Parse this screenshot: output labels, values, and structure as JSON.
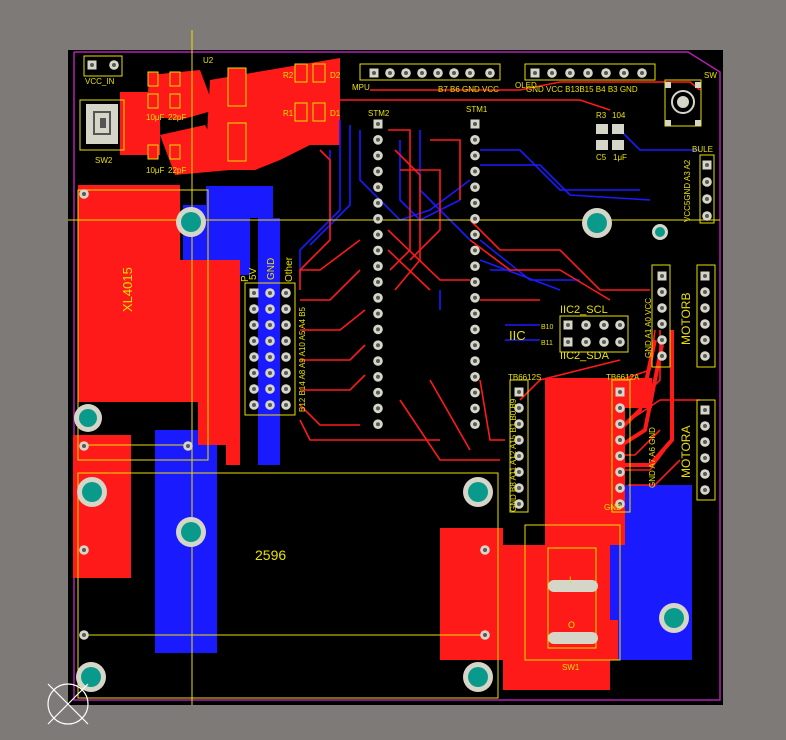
{
  "colors": {
    "background": "#7d7a78",
    "board": "#000000",
    "top_copper": "#ff1a1a",
    "bottom_copper": "#1a1aff",
    "silkscreen": "#e8e000",
    "pad": "#d6d6c8",
    "via": "#0a9a8c",
    "outline": "#b020b0",
    "overlay_text": "#ffffff"
  },
  "labels": {
    "vcc_in": "VCC_IN",
    "u2": "U2",
    "sw2": "SW2",
    "cap_10uf_top": "10μF",
    "cap_22pf_top": "22pF",
    "cap_10uf_bottom": "10μF",
    "cap_22pf_bottom": "22pF",
    "r2": "R2",
    "r1": "R1",
    "d2": "D2",
    "d1": "D1",
    "mpu": "MPU",
    "mpu_pins": "B7 B6 GND VCC",
    "oled": "OLED",
    "oled_pins": "GND VCC B13B15 B4 B3 GND",
    "sw": "SW",
    "stm2": "STM2",
    "stm1": "STM1",
    "r3": "R3",
    "r3_value": "104",
    "c5": "C5",
    "c5_value": "1μF",
    "bule": "BULE",
    "bule_pins": "VCC5GND A3 A2",
    "xl4015": "XL4015",
    "header_5v": "5V",
    "header_gnd": "GND",
    "header_other": "Other",
    "header_p": "P",
    "other_pins": "B12 B14 A8 A9 A10 A5 A4 B5",
    "iic": "IIC",
    "iic2_scl": "IIC2_SCL",
    "iic2_sda": "IIC2_SDA",
    "b10": "B10",
    "b11": "B11",
    "motorb": "MOTORB",
    "motorb_pins": "GND A1 A0 VCC",
    "motora": "MOTORA",
    "motora_pins": "GND A7 A6 GND",
    "tb6612_left": "TB6612S",
    "tb6612_right": "TB6612A",
    "tb_left_pins": "GND B8 A11 A12 A15 B1 B0 B9",
    "gnd_short": "GND",
    "lm2596": "2596",
    "sw1": "SW1",
    "switch_i": "I",
    "switch_o": "O"
  }
}
